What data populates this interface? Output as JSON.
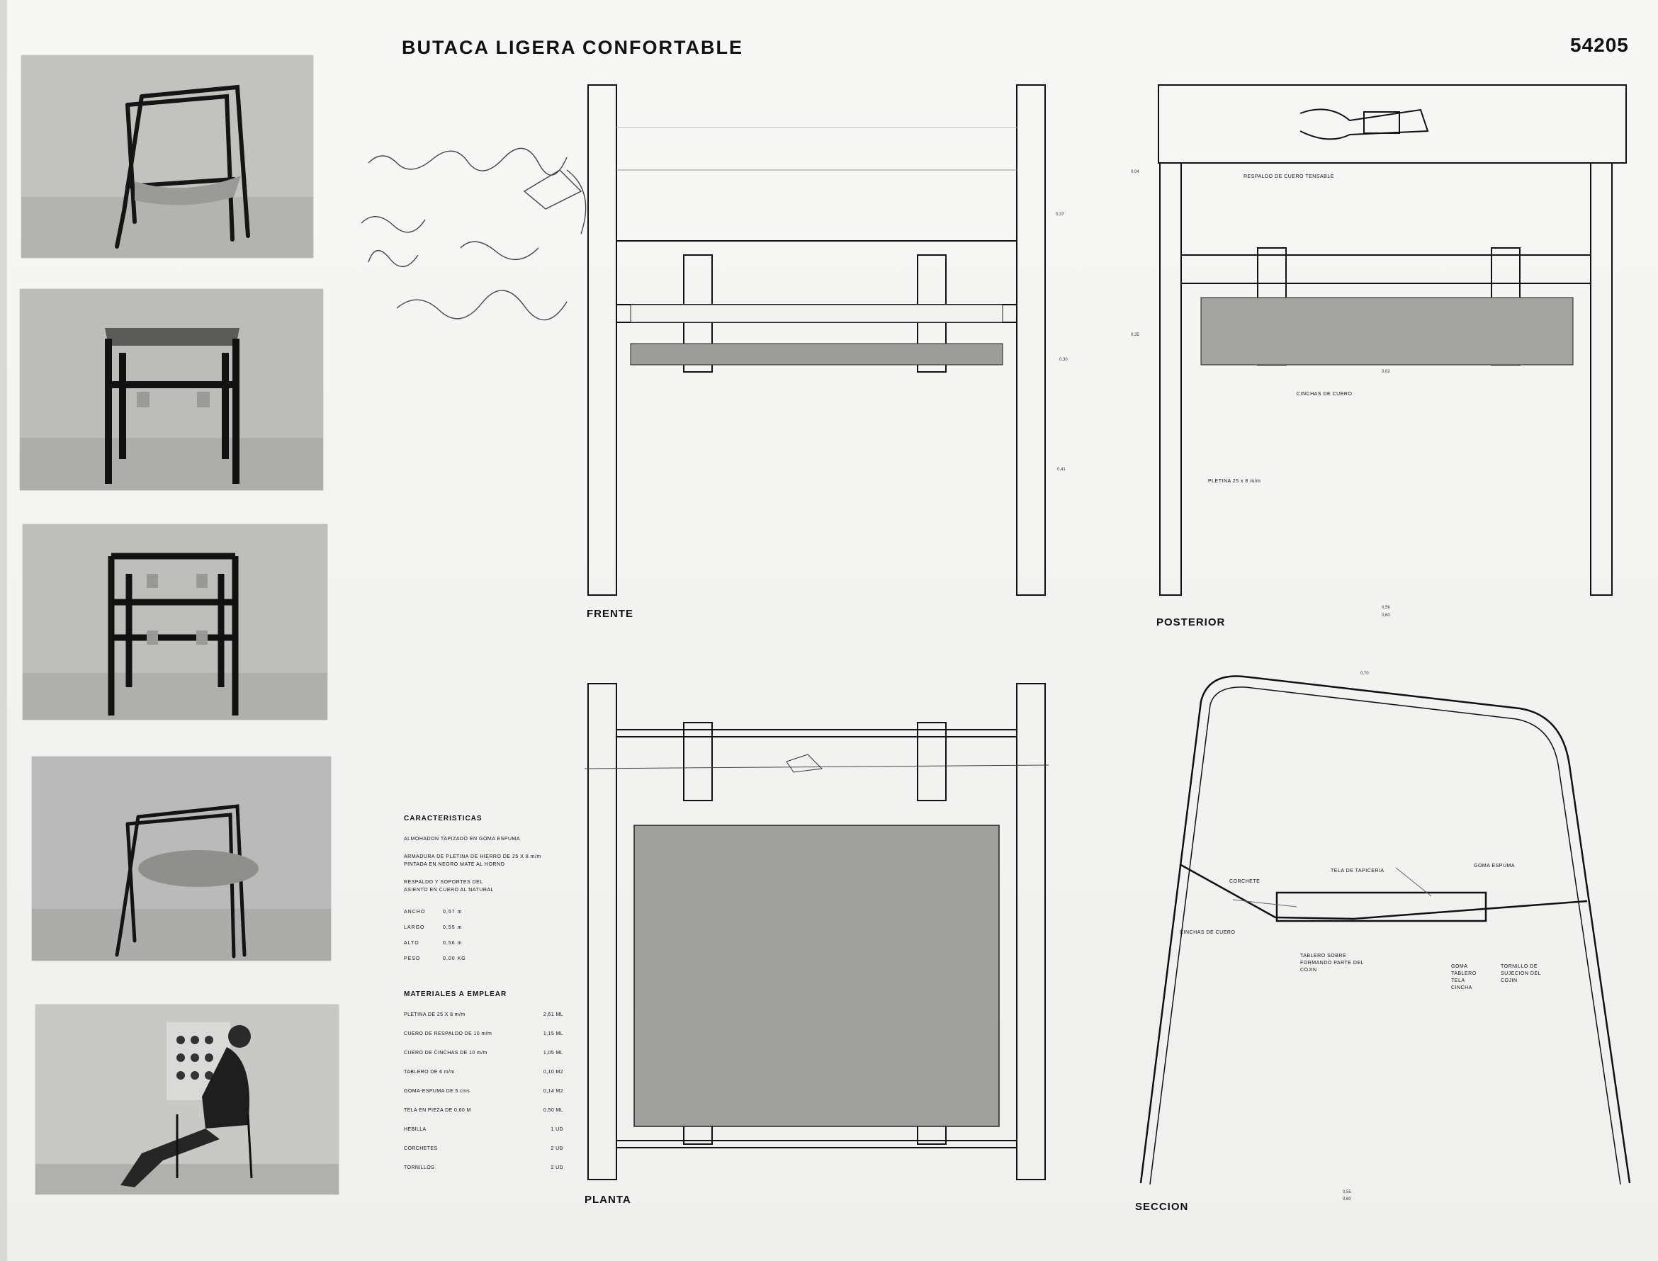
{
  "sheet": {
    "title": "BUTACA LIGERA CONFORTABLE",
    "number": "54205"
  },
  "views": {
    "front": "FRENTE",
    "back": "POSTERIOR",
    "plan": "PLANTA",
    "section": "SECCION"
  },
  "notes": {
    "back_backrest": "RESPALDO DE CUERO TENSABLE",
    "back_straps": "CINCHAS DE CUERO",
    "back_bar": "PLETINA 25 x 8 m/m",
    "section_hook": "CORCHETE",
    "section_fabric": "TELA DE TAPICERIA",
    "section_foam": "GOMA ESPUMA",
    "section_straps": "CINCHAS DE CUERO",
    "section_board": "TABLERO SOBRE FORMANDO PARTE DEL COJIN",
    "section_legend_left": "GOMA\nTABLERO\nTELA\nCINCHA",
    "section_legend_right": "TORNILLO DE\nSUJECION DEL\nCOJIN"
  },
  "dimensions": {
    "front_h1": "0,37",
    "front_h2": "0,30",
    "front_h3": "0,41",
    "back_d1": "0,04",
    "back_d2": "0,35",
    "back_d3": "0,02",
    "back_bottom": "0,56",
    "back_bottom2": "0,60",
    "section_top": "0,70",
    "section_bottom": "0,55",
    "section_bottom2": "0,60"
  },
  "specs": {
    "heading": "CARACTERISTICAS",
    "lines": [
      "ALMOHADON TAPIZADO EN GOMA ESPUMA",
      "ARMADURA DE PLETINA DE HIERRO DE 25 X 8 m/m",
      "PINTADA EN NEGRO MATE AL HORNO",
      "RESPALDO Y SOPORTES DEL",
      "ASIENTO EN CUERO AL NATURAL"
    ],
    "dims": [
      {
        "k": "ANCHO",
        "v": "0,57  m"
      },
      {
        "k": "LARGO",
        "v": "0,55  m"
      },
      {
        "k": "ALTO",
        "v": "0,56  m"
      },
      {
        "k": "PESO",
        "v": "0,00  KG"
      }
    ],
    "materials_heading": "MATERIALES A EMPLEAR",
    "materials": [
      {
        "item": "PLETINA DE 25 X 8 m/m",
        "qty": "2,61 ML"
      },
      {
        "item": "CUERO DE RESPALDO DE 10 m/m",
        "qty": "1,15 ML"
      },
      {
        "item": "CUERO DE CINCHAS DE 10 m/m",
        "qty": "1,05 ML"
      },
      {
        "item": "TABLERO DE 6 m/m",
        "qty": "0,10 M2"
      },
      {
        "item": "GOMA-ESPUMA DE 5 cms",
        "qty": "0,14 M2"
      },
      {
        "item": "TELA EN PIEZA DE 0,60 M",
        "qty": "0,50 ML"
      },
      {
        "item": "HEBILLA",
        "qty": "1   UD"
      },
      {
        "item": "CORCHETES",
        "qty": "2   UD"
      },
      {
        "item": "TORNILLOS",
        "qty": "2   UD"
      }
    ]
  }
}
